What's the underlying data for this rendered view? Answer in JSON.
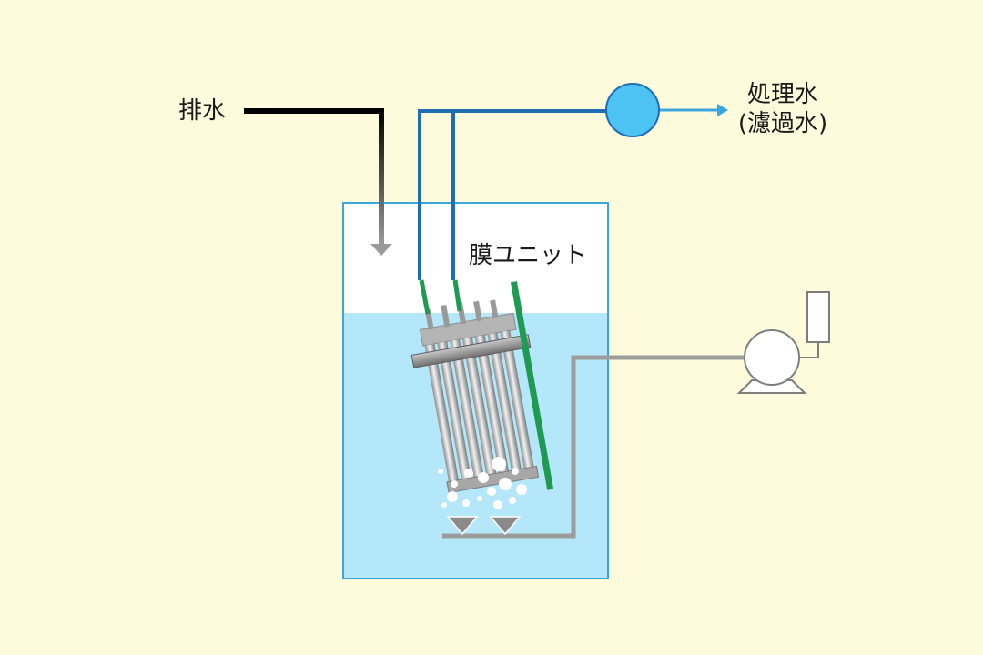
{
  "labels": {
    "wastewater": "排水",
    "treated_water": "処理水",
    "filtrate": "(濾過水)",
    "membrane_unit": "膜ユニット"
  },
  "colors": {
    "background": "#fdfbdc",
    "tank_border": "#3aa6dc",
    "water": "#b4e7f9",
    "air_space": "#ffffff",
    "permeate_pipe": "#1f6db5",
    "permeate_outlet": "#3aa6dc",
    "pump_circle": "#4cc3f2",
    "air_pipe": "#9c9c9c",
    "inlet_pipe": "#000000",
    "green_pipe": "#1f9a52"
  }
}
